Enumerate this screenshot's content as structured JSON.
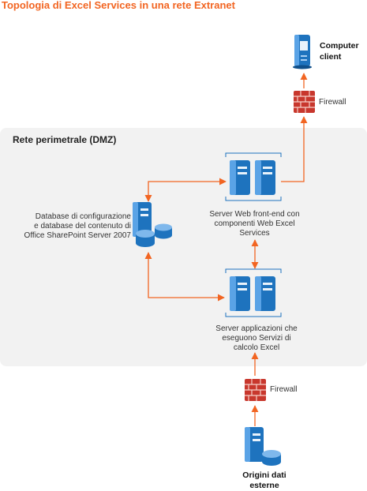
{
  "title": "Topologia di Excel Services in una rete Extranet",
  "dmz": {
    "title": "Rete perimetrale (DMZ)"
  },
  "nodes": {
    "client": {
      "line1": "Computer",
      "line2": "client"
    },
    "firewall_top": {
      "label": "Firewall"
    },
    "web_server": {
      "line1": "Server Web front-end con",
      "line2": "componenti Web Excel",
      "line3": "Services"
    },
    "database": {
      "line1": "Database di configurazione",
      "line2": "e database del contenuto di",
      "line3": "Office SharePoint Server 2007"
    },
    "app_server": {
      "line1": "Server applicazioni che",
      "line2": "eseguono Servizi di",
      "line3": "calcolo Excel"
    },
    "firewall_bottom": {
      "label": "Firewall"
    },
    "external": {
      "line1": "Origini dati",
      "line2": "esterne"
    }
  },
  "colors": {
    "accent": "#f26522",
    "server": "#1e73be",
    "dmz_bg": "#f2f2f2",
    "firewall": "#c8372d"
  }
}
